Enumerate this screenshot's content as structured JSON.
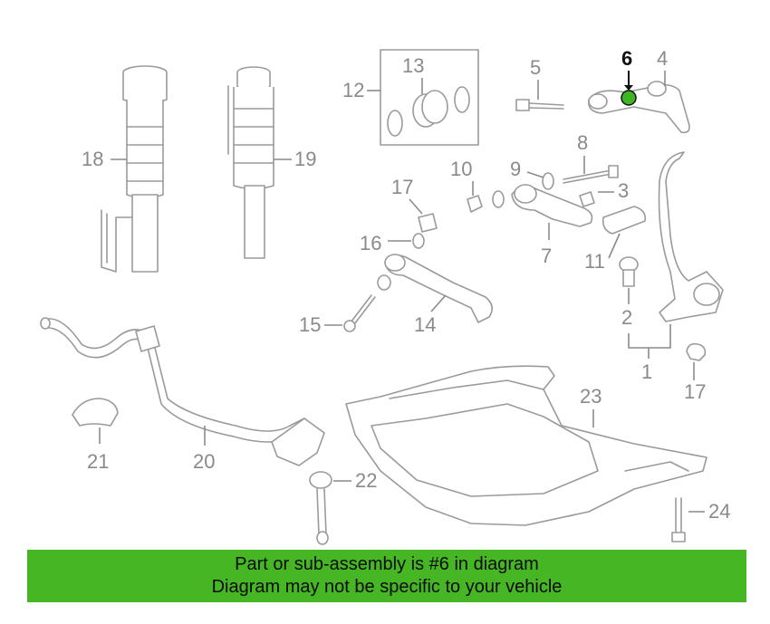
{
  "diagram": {
    "highlighted_part": "6",
    "highlight_color": "#3fb526",
    "callouts": [
      "1",
      "2",
      "3",
      "4",
      "5",
      "6",
      "7",
      "8",
      "9",
      "10",
      "11",
      "12",
      "13",
      "14",
      "15",
      "16",
      "17",
      "17",
      "18",
      "19",
      "20",
      "21",
      "22",
      "23",
      "24"
    ]
  },
  "banner": {
    "background": "#46b625",
    "line1": "Part or sub-assembly is #6 in diagram",
    "line2": "Diagram may not be specific to your vehicle"
  }
}
